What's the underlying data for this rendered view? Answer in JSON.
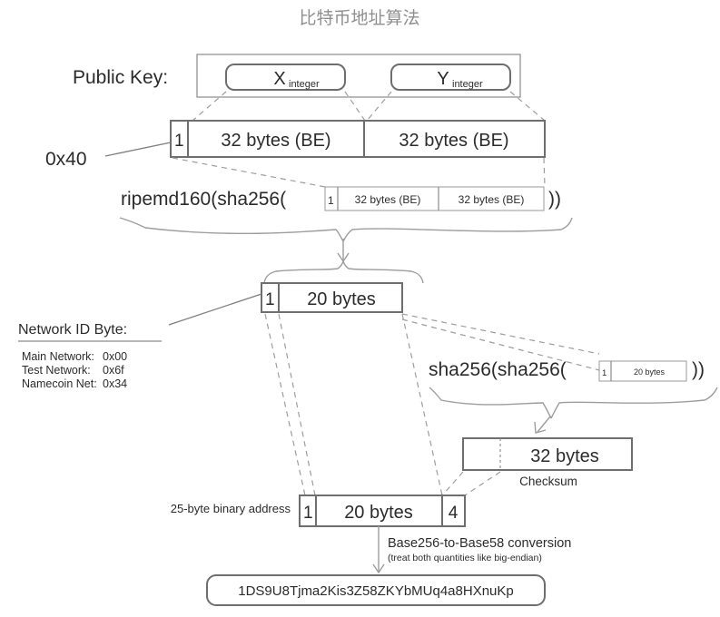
{
  "title": "比特币地址算法",
  "public_key": {
    "label": "Public Key:",
    "x_component": {
      "base": "X",
      "sub": "integer"
    },
    "y_component": {
      "base": "Y",
      "sub": "integer"
    }
  },
  "prefix_note": "0x40",
  "uncompressed_key": {
    "prefix": "1",
    "left": "32 bytes (BE)",
    "right": "32 bytes (BE)"
  },
  "hash_step": {
    "formula_open": "ripemd160(sha256(",
    "formula_close": "))",
    "inline": {
      "prefix": "1",
      "left": "32 bytes (BE)",
      "right": "32 bytes (BE)"
    }
  },
  "hash160": {
    "prefix": "1",
    "body": "20 bytes"
  },
  "network_id": {
    "heading": "Network ID Byte:",
    "rows": [
      {
        "name": "Main Network:",
        "value": "0x00"
      },
      {
        "name": "Test Network:",
        "value": "0x6f"
      },
      {
        "name": "Namecoin Net:",
        "value": "0x34"
      }
    ]
  },
  "checksum_step": {
    "formula_open": "sha256(sha256(",
    "formula_close": "))",
    "inline": {
      "prefix": "1",
      "body": "20 bytes"
    }
  },
  "checksum_result": {
    "body": "32 bytes",
    "caption": "Checksum"
  },
  "binary_address": {
    "label": "25-byte binary address",
    "prefix": "1",
    "body": "20 bytes",
    "suffix": "4"
  },
  "conversion": {
    "label": "Base256-to-Base58 conversion",
    "note": "(treat both quantities like big-endian)"
  },
  "final_address": "1DS9U8Tjma2Kis3Z58ZKYbMUq4a8HXnuKp",
  "colors": {
    "title": "#8f8f8f",
    "box_stroke": "#6e6e6e",
    "leader": "#9d9d9d",
    "text": "#2b2b2b"
  }
}
